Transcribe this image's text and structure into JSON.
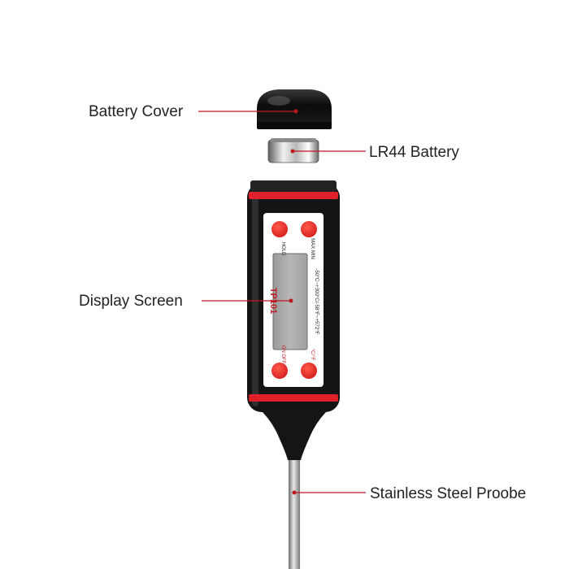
{
  "labels": {
    "battery_cover": "Battery Cover",
    "lr44_battery": "LR44 Battery",
    "display_screen": "Display Screen",
    "probe": "Stainless Steel Proobe"
  },
  "device": {
    "model": "TP101",
    "btn_hold": "HOLD",
    "btn_maxmin": "MAX MIN",
    "btn_onoff": "ON OFF",
    "btn_unit": "°C/°F",
    "range_text": "-50°C~+300°C/-58°F~+572°F"
  },
  "colors": {
    "accent": "#e0202a",
    "leader": "#c0181f",
    "body": "#141414"
  }
}
